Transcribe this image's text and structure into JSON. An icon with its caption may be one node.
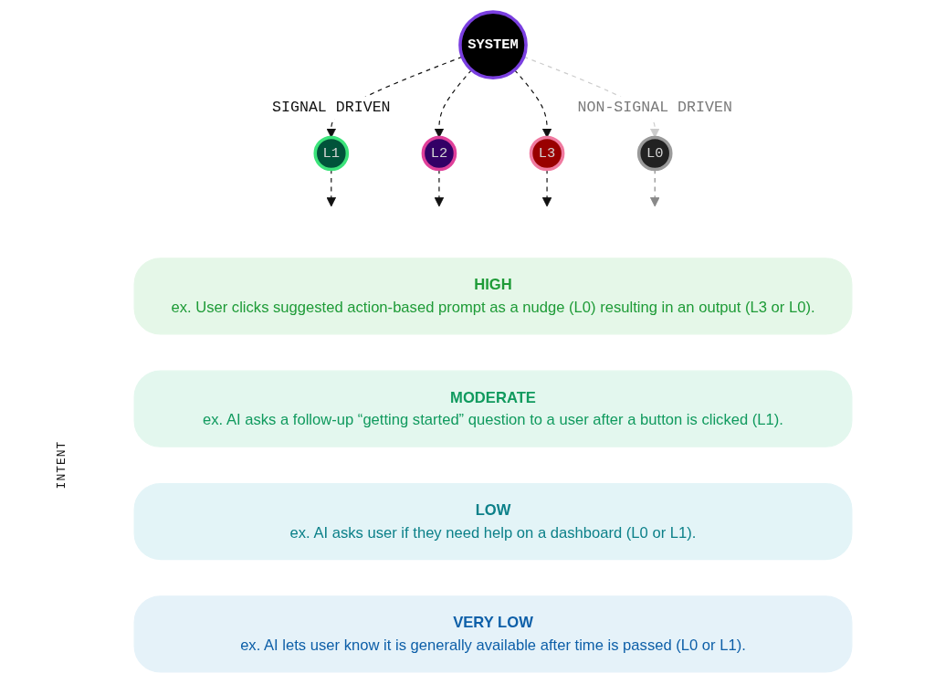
{
  "diagram": {
    "nodes": [
      {
        "text": [
          "SYSTEM"
        ]
      },
      {
        "text": [
          "L1"
        ]
      },
      {
        "text": [
          "L2"
        ]
      },
      {
        "text": [
          "L3"
        ]
      },
      {
        "text": [
          "L0"
        ]
      },
      {
        "text": [
          "HIGH",
          "ex. User clicks suggested action-based prompt as a nudge (L0) resulting in an output (L3 or L0)."
        ]
      },
      {
        "text": [
          "MODERATE",
          "ex. AI asks a follow-up “getting started” question to a user after a button is clicked (L1)."
        ]
      },
      {
        "text": [
          "LOW",
          "ex. AI asks user if they need help on a dashboard (L0 or L1)."
        ]
      },
      {
        "text": [
          "VERY LOW",
          "ex. AI lets user know it is generally available after time is passed (L0 or L1)."
        ]
      }
    ],
    "edges": [
      {
        "from": 0,
        "to": 1,
        "arrow": "to",
        "style": "dashed",
        "label": "SIGNAL DRIVEN"
      },
      {
        "from": 0,
        "to": 2,
        "arrow": "to",
        "style": "dashed"
      },
      {
        "from": 0,
        "to": 3,
        "arrow": "to",
        "style": "dashed"
      },
      {
        "from": 0,
        "to": 4,
        "arrow": "to",
        "style": "dashed",
        "color": "#cccccc",
        "label": "NON-SIGNAL DRIVEN"
      },
      {
        "from": 1,
        "to": null,
        "arrow": "to",
        "style": "dashed"
      },
      {
        "from": 2,
        "to": null,
        "arrow": "to",
        "style": "dashed"
      },
      {
        "from": 3,
        "to": null,
        "arrow": "to",
        "style": "dashed"
      },
      {
        "from": 4,
        "to": null,
        "arrow": "to",
        "style": "dashed",
        "color": "#888888"
      }
    ],
    "labels": [
      "INTENT"
    ]
  }
}
